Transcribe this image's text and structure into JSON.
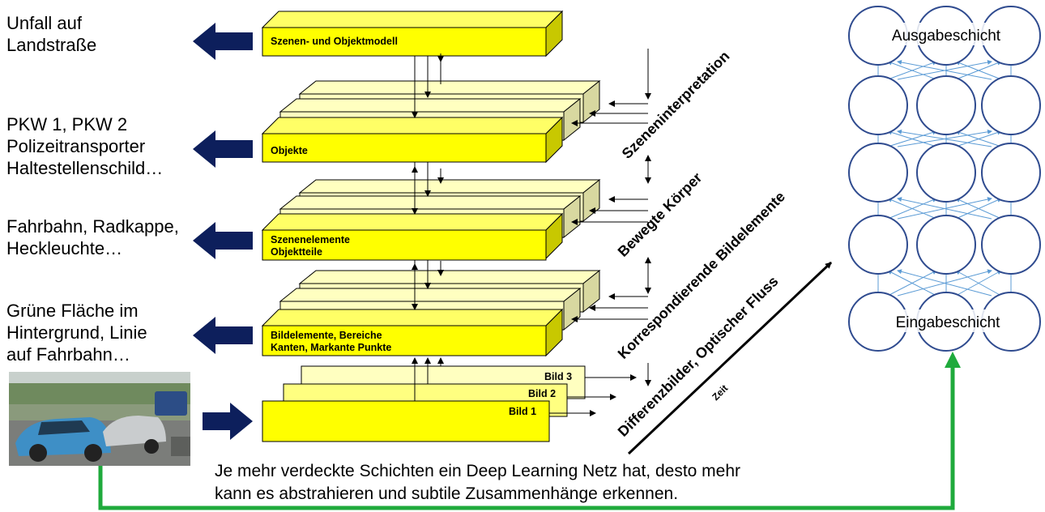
{
  "left_labels": [
    {
      "line1": "Unfall auf",
      "line2": "Landstraße"
    },
    {
      "line1": "PKW 1, PKW 2",
      "line2": "Polizeitransporter",
      "line3": "Haltestellenschild…"
    },
    {
      "line1": "Fahrbahn, Radkappe,",
      "line2": "Heckleuchte…"
    },
    {
      "line1": "Grüne Fläche im",
      "line2": "Hintergrund, Linie",
      "line3": "auf Fahrbahn…"
    }
  ],
  "boxes": {
    "szenen": "Szenen- und Objektmodell",
    "objekte": "Objekte",
    "szenenelemente_1": "Szenenelemente",
    "szenenelemente_2": "Objektteile",
    "bildelemente_1": "Bildelemente, Bereiche",
    "bildelemente_2": "Kanten, Markante Punkte",
    "bild1": "Bild 1",
    "bild2": "Bild 2",
    "bild3": "Bild 3"
  },
  "diagonal_labels": {
    "szeneninterpretation": "Szeneninterpretation",
    "bewegte_koerper": "Bewegte Körper",
    "korrespondierende": "Korrespondierende Bildelemente",
    "differenzbilder": "Differenzbilder, Optischer Fluss",
    "zeit": "Zeit"
  },
  "network": {
    "output_label": "Ausgabeschicht",
    "input_label": "Eingabeschicht",
    "columns": 3,
    "rows": 5
  },
  "caption": {
    "line1": "Je mehr verdeckte Schichten ein Deep Learning Netz hat, desto mehr",
    "line2": "kann es abstrahieren und subtile Zusammenhänge erkennen."
  },
  "colors": {
    "box_yellow": "#ffff00",
    "box_back": "#ffffc0",
    "arrow_navy": "#0d1f5c",
    "node_stroke": "#2f4b8f",
    "edge_blue": "#5b9bd5",
    "green_line": "#1faa3c"
  }
}
